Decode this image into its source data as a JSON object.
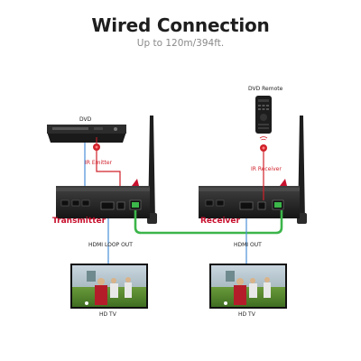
{
  "header": {
    "title": "Wired Connection",
    "subtitle": "Up to 120m/394ft."
  },
  "labels": {
    "dvd": "DVD",
    "ir_emitter": "IR Emitter",
    "transmitter": "Transmitter",
    "receiver": "Receiver",
    "dvd_remote": "DVD Remote",
    "ir_receiver": "IR Receiver",
    "hdmi_loop_out": "HDMI LOOP OUT",
    "hdmi_out": "HDMI OUT",
    "hd_tv_left": "HD TV",
    "hd_tv_right": "HD TV"
  },
  "colors": {
    "ethernet_cable": "#3cb54a",
    "ir_cable": "#d0202a",
    "hdmi_cable": "#4a90d9",
    "device_red": "#c8102e"
  }
}
